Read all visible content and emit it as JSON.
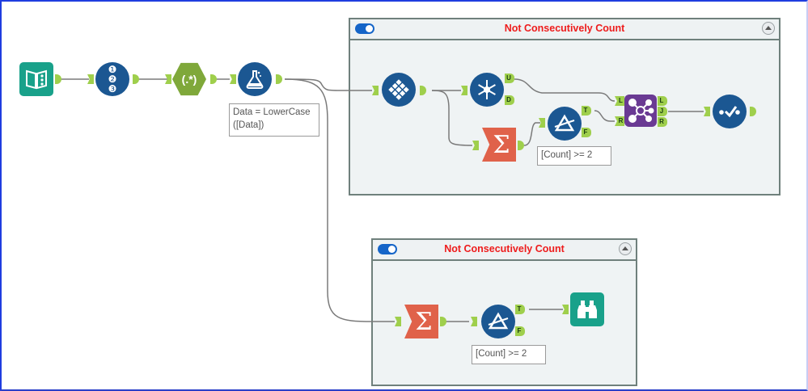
{
  "canvas": {
    "frame_color": "#1f3de0",
    "anchor_color": "#9fcf4c",
    "wire_color": "#7a7a7a"
  },
  "tools": {
    "input": {
      "name": "Text Input",
      "icon": "book-icon",
      "color": "#19a18a"
    },
    "record_id": {
      "name": "Record ID",
      "icon": "numbered-list-icon",
      "color": "#1b5792",
      "glyph": "❶❷❸"
    },
    "regex": {
      "name": "RegEx",
      "icon": "regex-icon",
      "color": "#7fa83a",
      "glyph": "(.*)"
    },
    "formula": {
      "name": "Formula",
      "icon": "flask-icon",
      "color": "#1b5792",
      "annotation": "Data = LowerCase ([Data])"
    },
    "tile": {
      "name": "Tile / Multi-Row",
      "icon": "grid-icon",
      "color": "#1b5792"
    },
    "unique": {
      "name": "Unique",
      "icon": "snowflake-icon",
      "color": "#1b5792",
      "anchors": [
        "U",
        "D"
      ]
    },
    "summarize_1": {
      "name": "Summarize",
      "icon": "sigma-icon",
      "color": "#e0624a",
      "glyph": "Σ"
    },
    "filter_1": {
      "name": "Filter",
      "icon": "prism-icon",
      "color": "#1b5792",
      "annotation": "[Count] >= 2",
      "anchors": [
        "T",
        "F"
      ]
    },
    "join": {
      "name": "Join",
      "icon": "join-icon",
      "color": "#6a3a93",
      "in_anchors": [
        "L",
        "R"
      ],
      "out_anchors": [
        "L",
        "J",
        "R"
      ]
    },
    "select": {
      "name": "Select",
      "icon": "check-icon",
      "color": "#1b5792"
    },
    "summarize_2": {
      "name": "Summarize",
      "icon": "sigma-icon",
      "color": "#e0624a",
      "glyph": "Σ"
    },
    "filter_2": {
      "name": "Filter",
      "icon": "prism-icon",
      "color": "#1b5792",
      "annotation": "[Count] >= 2",
      "anchors": [
        "T",
        "F"
      ]
    },
    "browse": {
      "name": "Browse",
      "icon": "binoculars-icon",
      "color": "#19a18a"
    }
  },
  "containers": [
    {
      "title": "Not Consecutively Count",
      "title_color": "#ee1c1c",
      "enabled": true
    },
    {
      "title": "Not Consecutively Count",
      "title_color": "#ee1c1c",
      "enabled": true
    }
  ]
}
